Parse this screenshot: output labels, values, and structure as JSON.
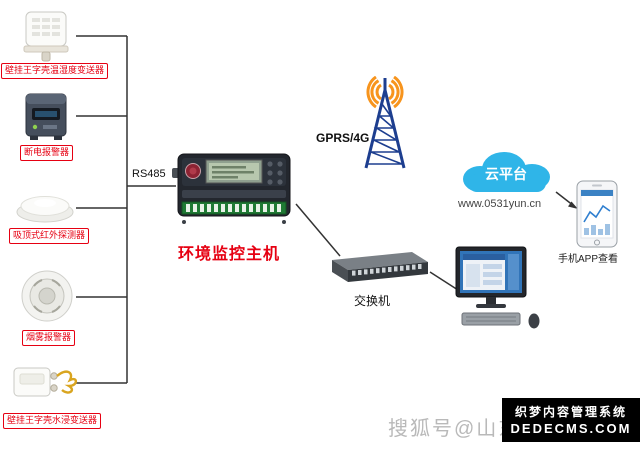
{
  "sensors": [
    {
      "label": "壁挂王字壳温湿度变送器"
    },
    {
      "label": "断电报警器"
    },
    {
      "label": "吸顶式红外探测器"
    },
    {
      "label": "烟雾报警器"
    },
    {
      "label": "壁挂王字壳水浸变送器"
    }
  ],
  "bus": {
    "label": "RS485"
  },
  "host": {
    "label": "环境监控主机"
  },
  "gprs": {
    "label": "GPRS/4G"
  },
  "cloud": {
    "label": "云平台",
    "url": "www.0531yun.cn"
  },
  "network_switch": {
    "label": "交换机"
  },
  "phone": {
    "label": "手机APP查看"
  },
  "watermark": {
    "text": "搜狐号@山东"
  },
  "cms_badge": {
    "line1": "织梦内容管理系统",
    "line2": "DEDECMS.COM"
  },
  "colors": {
    "accent_red": "#e60012",
    "cloud_blue": "#2fb5e8",
    "tower_blue": "#1d3e8f",
    "wave_orange": "#f7941d"
  }
}
